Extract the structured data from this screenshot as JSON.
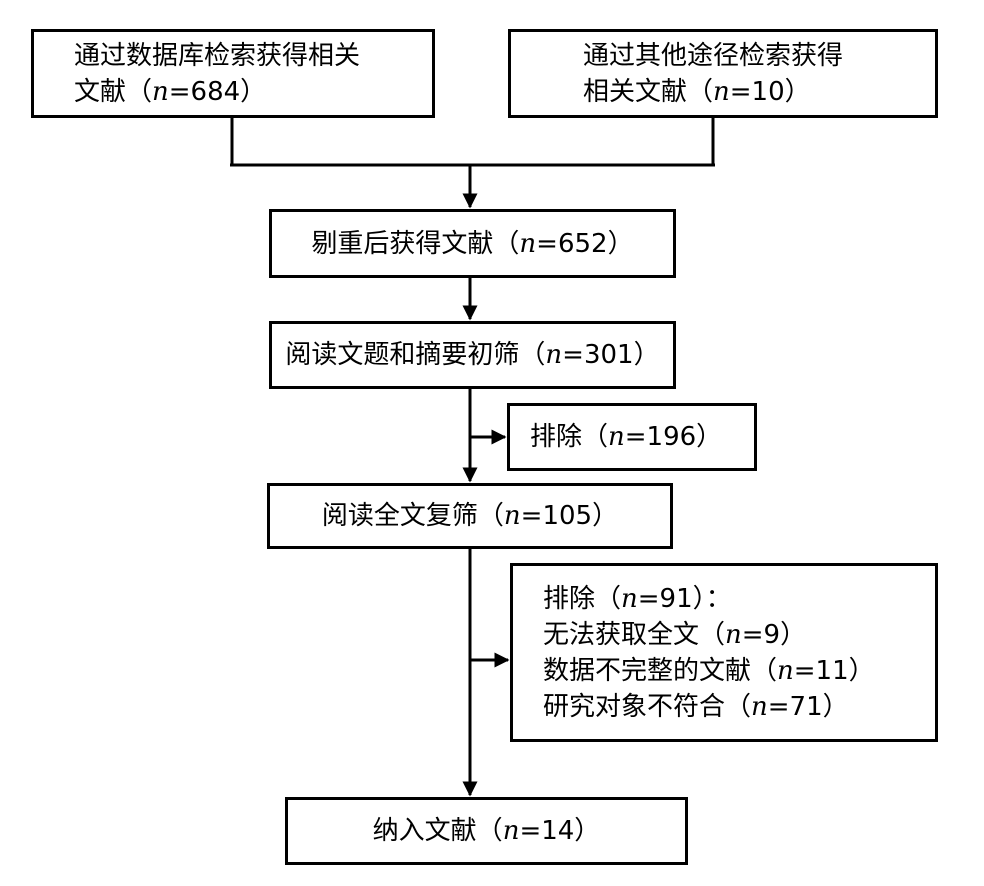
{
  "flowchart": {
    "source_db": {
      "line1": "通过数据库检索获得相关",
      "line2_pre": "文献（",
      "n_var": "n",
      "line2_post": "=684）"
    },
    "source_other": {
      "line1": "通过其他途径检索获得",
      "line2_pre": "相关文献（",
      "n_var": "n",
      "line2_post": "=10）"
    },
    "dedup": {
      "pre": "剔重后获得文献（",
      "n_var": "n",
      "post": "=652）"
    },
    "screen_title": {
      "pre": "阅读文题和摘要初筛（",
      "n_var": "n",
      "post": "=301）"
    },
    "exclude_1": {
      "pre": "排除（",
      "n_var": "n",
      "post": "=196）"
    },
    "fulltext": {
      "pre": "阅读全文复筛（",
      "n_var": "n",
      "post": "=105）"
    },
    "exclude_2": {
      "header": {
        "pre": "排除（",
        "n_var": "n",
        "post": "=91）："
      },
      "reasons": [
        {
          "pre": "无法获取全文（",
          "n_var": "n",
          "post": "=9）"
        },
        {
          "pre": "数据不完整的文献（",
          "n_var": "n",
          "post": "=11）"
        },
        {
          "pre": "研究对象不符合（",
          "n_var": "n",
          "post": "=71）"
        }
      ]
    },
    "included": {
      "pre": "纳入文献（",
      "n_var": "n",
      "post": "=14）"
    }
  }
}
